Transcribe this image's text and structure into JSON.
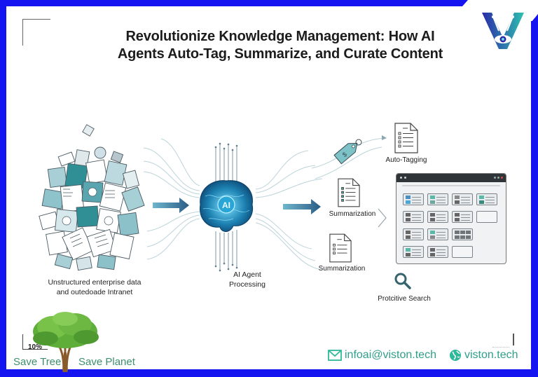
{
  "title": {
    "line1": "Revolutionize Knowledge Management: How AI",
    "line2": "Agents Auto-Tag, Summarize, and Curate Content"
  },
  "brand": {
    "logo_icon": "v-eye-logo-icon",
    "colors": {
      "frame": "#1414f0",
      "logo_dark": "#2a2aa8",
      "logo_teal": "#2fb8b0",
      "accent_teal": "#2f9e8a",
      "arrow": "#2f6d96"
    }
  },
  "diagram": {
    "source": {
      "icon": "document-cluster-icon",
      "label_line1": "Unstructured enterprise data",
      "label_line2": "and outedoade Intranet"
    },
    "processor": {
      "icon": "ai-brain-icon",
      "badge": "AI",
      "label_line1": "AI Agent",
      "label_line2": "Processing"
    },
    "outputs": [
      {
        "icon": "price-tag-icon",
        "label": ""
      },
      {
        "icon": "checklist-document-icon",
        "label": "Auto-Tagging"
      },
      {
        "icon": "checklist-document-icon",
        "label": "Summarization"
      },
      {
        "icon": "checklist-document-icon",
        "label": "Summarization"
      }
    ],
    "dashboard": {
      "icon": "browser-dashboard-icon"
    },
    "search": {
      "icon": "magnifier-icon",
      "label": "Protcitive Search"
    }
  },
  "footer": {
    "percent": "10%",
    "save_tree": "Save Tree",
    "save_planet": "Save Planet",
    "email_icon": "envelope-icon",
    "email": "infoai@viston.tech",
    "web_icon": "globe-icon",
    "website": "viston.tech"
  }
}
